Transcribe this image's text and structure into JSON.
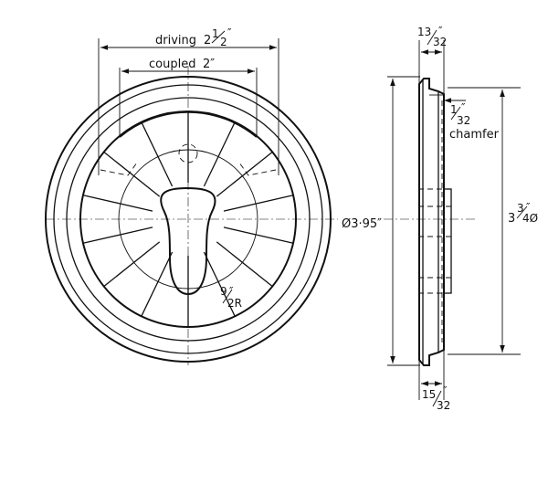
{
  "front_view": {
    "driving_text": "driving",
    "driving_whole": "2",
    "driving_num": "1",
    "driving_den": "2",
    "coupled_text": "coupled",
    "coupled_value": "2″",
    "radius_num": "9",
    "radius_den": "2R",
    "spoke_count": 14
  },
  "side_view": {
    "top_thickness_num": "13",
    "top_thickness_den": "32",
    "chamfer_num": "1",
    "chamfer_den": "32",
    "chamfer_text": "chamfer",
    "outer_dia": "Ø3·95″",
    "inner_dia_whole": "3",
    "inner_dia_num": "3",
    "inner_dia_den": "4Ø",
    "bottom_thickness_num": "15",
    "bottom_thickness_den": "32"
  }
}
